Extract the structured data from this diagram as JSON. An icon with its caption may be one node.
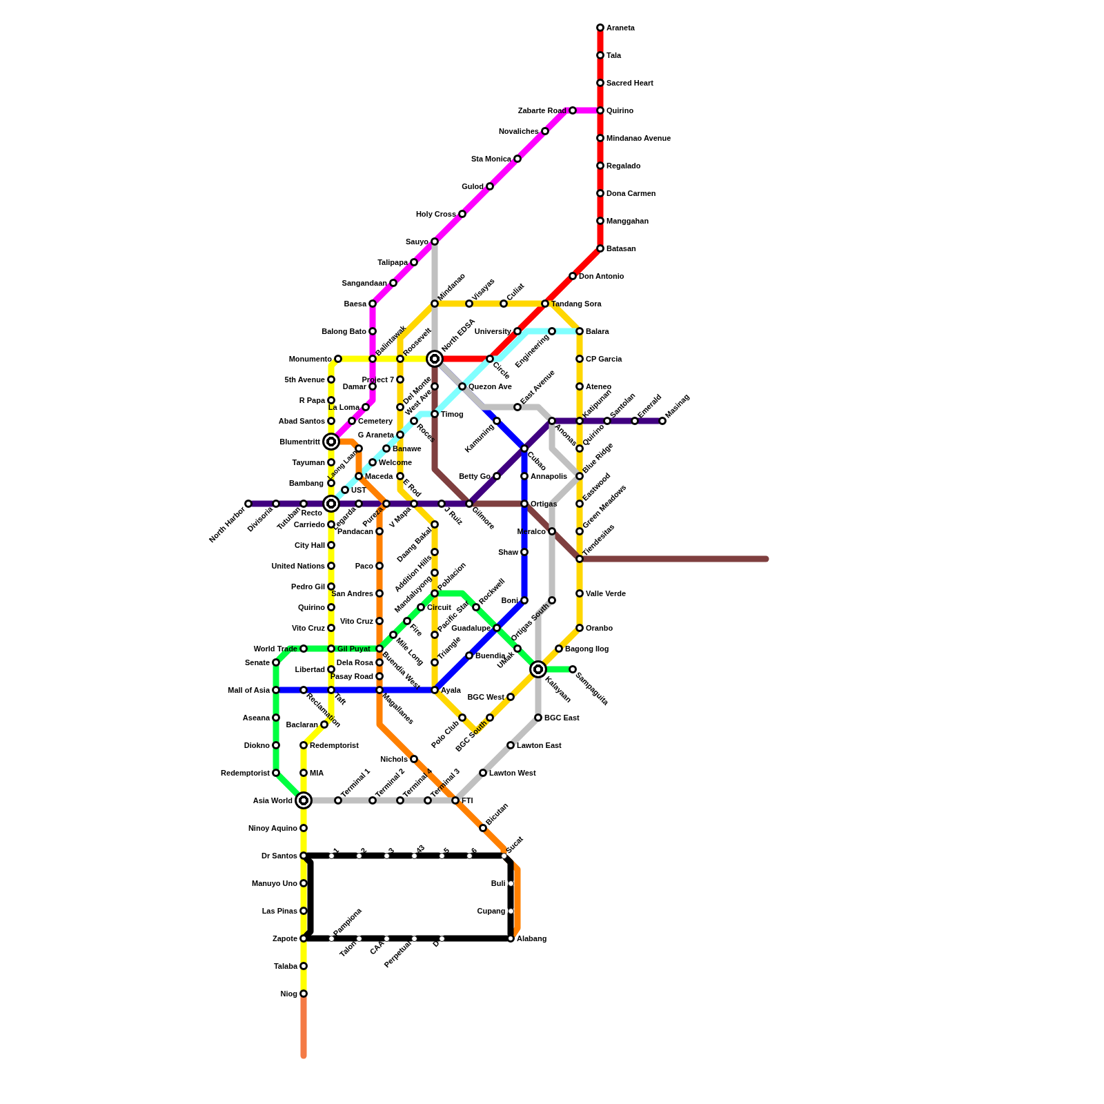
{
  "diagram": {
    "nodes": [
      {
        "text": [
          "Araneta"
        ]
      },
      {
        "text": [
          "Tala"
        ]
      },
      {
        "text": [
          "Sacred Heart"
        ]
      },
      {
        "text": [
          "Quirino"
        ]
      },
      {
        "text": [
          "Mindanao Avenue"
        ]
      },
      {
        "text": [
          "Regalado"
        ]
      },
      {
        "text": [
          "Dona Carmen"
        ]
      },
      {
        "text": [
          "Manggahan"
        ]
      },
      {
        "text": [
          "Batasan"
        ]
      },
      {
        "text": [
          "Don Antonio"
        ]
      },
      {
        "text": [
          "Tandang Sora"
        ]
      },
      {
        "text": [
          "University"
        ]
      },
      {
        "text": [
          "Circle"
        ]
      },
      {
        "text": [
          "North EDSA"
        ]
      },
      {
        "text": [
          "Zabarte Road"
        ]
      },
      {
        "text": [
          "Novaliches"
        ]
      },
      {
        "text": [
          "Sta Monica"
        ]
      },
      {
        "text": [
          "Gulod"
        ]
      },
      {
        "text": [
          "Holy Cross"
        ]
      },
      {
        "text": [
          "Sauyo"
        ]
      },
      {
        "text": [
          "Talipapa"
        ]
      },
      {
        "text": [
          "Sangandaan"
        ]
      },
      {
        "text": [
          "Baesa"
        ]
      },
      {
        "text": [
          "Balong Bato"
        ]
      },
      {
        "text": [
          "Balintawak"
        ]
      },
      {
        "text": [
          "Damar"
        ]
      },
      {
        "text": [
          "La Loma"
        ]
      },
      {
        "text": [
          "Cemetery"
        ]
      },
      {
        "text": [
          "Blumentritt"
        ]
      },
      {
        "text": [
          "Monumento"
        ]
      },
      {
        "text": [
          "Roosevelt"
        ]
      },
      {
        "text": [
          "5th Avenue"
        ]
      },
      {
        "text": [
          "R Papa"
        ]
      },
      {
        "text": [
          "Abad Santos"
        ]
      },
      {
        "text": [
          "Tayuman"
        ]
      },
      {
        "text": [
          "Bambang"
        ]
      },
      {
        "text": [
          "Recto"
        ]
      },
      {
        "text": [
          "Carriedo"
        ]
      },
      {
        "text": [
          "City Hall"
        ]
      },
      {
        "text": [
          "United Nations"
        ]
      },
      {
        "text": [
          "Pedro Gil"
        ]
      },
      {
        "text": [
          "Quirino"
        ]
      },
      {
        "text": [
          "Vito Cruz"
        ]
      },
      {
        "text": [
          "Gil Puyat"
        ]
      },
      {
        "text": [
          "Libertad"
        ]
      },
      {
        "text": [
          "Taft"
        ]
      },
      {
        "text": [
          "Baclaran"
        ]
      },
      {
        "text": [
          "Redemptorist"
        ]
      },
      {
        "text": [
          "MIA"
        ]
      },
      {
        "text": [
          "Asia World"
        ]
      },
      {
        "text": [
          "Ninoy Aquino"
        ]
      },
      {
        "text": [
          "Dr Santos"
        ]
      },
      {
        "text": [
          "Manuyo Uno"
        ]
      },
      {
        "text": [
          "Las Pinas"
        ]
      },
      {
        "text": [
          "Zapote"
        ]
      },
      {
        "text": [
          "Talaba"
        ]
      },
      {
        "text": [
          "Niog"
        ]
      },
      {
        "text": [
          "Mindanao"
        ]
      },
      {
        "text": [
          "Visayas"
        ]
      },
      {
        "text": [
          "Culiat"
        ]
      },
      {
        "text": [
          "Balara"
        ]
      },
      {
        "text": [
          "CP Garcia"
        ]
      },
      {
        "text": [
          "Ateneo"
        ]
      },
      {
        "text": [
          "Katipunan"
        ]
      },
      {
        "text": [
          "Quirino"
        ]
      },
      {
        "text": [
          "Blue Ridge"
        ]
      },
      {
        "text": [
          "Eastwood"
        ]
      },
      {
        "text": [
          "Green Meadows"
        ]
      },
      {
        "text": [
          "Tiendesitas"
        ]
      },
      {
        "text": [
          "Valle Verde"
        ]
      },
      {
        "text": [
          "Oranbo"
        ]
      },
      {
        "text": [
          "Bagong Ilog"
        ]
      },
      {
        "text": [
          "Kalayaan"
        ]
      },
      {
        "text": [
          "BGC West"
        ]
      },
      {
        "text": [
          "BGC South"
        ]
      },
      {
        "text": [
          "Polo Club"
        ]
      },
      {
        "text": [
          "Ayala"
        ]
      },
      {
        "text": [
          "Triangle"
        ]
      },
      {
        "text": [
          "Pacific Star"
        ]
      },
      {
        "text": [
          "Poblacion"
        ]
      },
      {
        "text": [
          "Mandaluyong"
        ]
      },
      {
        "text": [
          "Addition Hills"
        ]
      },
      {
        "text": [
          "Daang Bakal"
        ]
      },
      {
        "text": [
          "V Mapa"
        ]
      },
      {
        "text": [
          "E Rod"
        ]
      },
      {
        "text": [
          "G Araneta"
        ]
      },
      {
        "text": [
          "Del Monte"
        ]
      },
      {
        "text": [
          "Project 7"
        ]
      },
      {
        "text": [
          "West Ave"
        ]
      },
      {
        "text": [
          "Timog"
        ]
      },
      {
        "text": [
          "Gilmore"
        ]
      },
      {
        "text": [
          "Ortigas"
        ]
      },
      {
        "text": [
          "Meralco"
        ]
      },
      {
        "text": [
          "UST"
        ]
      },
      {
        "text": [
          "Maceda"
        ]
      },
      {
        "text": [
          "Welcome"
        ]
      },
      {
        "text": [
          "Banawe"
        ]
      },
      {
        "text": [
          "Roces"
        ]
      },
      {
        "text": [
          "Quezon Ave"
        ]
      },
      {
        "text": [
          "Engineering"
        ]
      },
      {
        "text": [
          "North Harbor"
        ]
      },
      {
        "text": [
          "Divisoria"
        ]
      },
      {
        "text": [
          "Tutuban"
        ]
      },
      {
        "text": [
          "Legarda"
        ]
      },
      {
        "text": [
          "Pureza"
        ]
      },
      {
        "text": [
          "J Ruiz"
        ]
      },
      {
        "text": [
          "Betty Go"
        ]
      },
      {
        "text": [
          "Anonas"
        ]
      },
      {
        "text": [
          "Santolan"
        ]
      },
      {
        "text": [
          "Emerald"
        ]
      },
      {
        "text": [
          "Masinag"
        ]
      },
      {
        "text": [
          "Laong Laan"
        ]
      },
      {
        "text": [
          "Pandacan"
        ]
      },
      {
        "text": [
          "Paco"
        ]
      },
      {
        "text": [
          "San Andres"
        ]
      },
      {
        "text": [
          "Vito Cruz"
        ]
      },
      {
        "text": [
          "Buendia West"
        ]
      },
      {
        "text": [
          "Dela Rosa"
        ]
      },
      {
        "text": [
          "Pasay Road"
        ]
      },
      {
        "text": [
          "Magallanes"
        ]
      },
      {
        "text": [
          "Nichols"
        ]
      },
      {
        "text": [
          "Bicutan"
        ]
      },
      {
        "text": [
          "Sucat"
        ]
      },
      {
        "text": [
          "Alabang"
        ]
      },
      {
        "text": [
          "Kamuning"
        ]
      },
      {
        "text": [
          "Cubao"
        ]
      },
      {
        "text": [
          "Annapolis"
        ]
      },
      {
        "text": [
          "Shaw"
        ]
      },
      {
        "text": [
          "Boni"
        ]
      },
      {
        "text": [
          "Buendia"
        ]
      },
      {
        "text": [
          "Reclamation"
        ]
      },
      {
        "text": [
          "Mall of Asia"
        ]
      },
      {
        "text": [
          "East Avenue"
        ]
      },
      {
        "text": [
          "Ortigas South"
        ]
      },
      {
        "text": [
          "BGC East"
        ]
      },
      {
        "text": [
          "Lawton East"
        ]
      },
      {
        "text": [
          "Lawton West"
        ]
      },
      {
        "text": [
          "FTI"
        ]
      },
      {
        "text": [
          "Terminal 3"
        ]
      },
      {
        "text": [
          "Terminal 4"
        ]
      },
      {
        "text": [
          "Terminal 2"
        ]
      },
      {
        "text": [
          "Terminal 1"
        ]
      },
      {
        "text": [
          "Circuit"
        ]
      },
      {
        "text": [
          "Fire"
        ]
      },
      {
        "text": [
          "Mile Long"
        ]
      },
      {
        "text": [
          "World Trade"
        ]
      },
      {
        "text": [
          "Senate"
        ]
      },
      {
        "text": [
          "Aseana"
        ]
      },
      {
        "text": [
          "Diokno"
        ]
      },
      {
        "text": [
          "Redemptorist"
        ]
      },
      {
        "text": [
          "Rockwell"
        ]
      },
      {
        "text": [
          "Guadalupe"
        ]
      },
      {
        "text": [
          "UMak"
        ]
      },
      {
        "text": [
          "Sampaguita"
        ]
      },
      {
        "text": [
          "1"
        ]
      },
      {
        "text": [
          "2"
        ]
      },
      {
        "text": [
          "3"
        ]
      },
      {
        "text": [
          "43"
        ]
      },
      {
        "text": [
          "5"
        ]
      },
      {
        "text": [
          "6"
        ]
      },
      {
        "text": [
          "Buli"
        ]
      },
      {
        "text": [
          "Cupang"
        ]
      },
      {
        "text": [
          "D"
        ]
      },
      {
        "text": [
          "Perpetual"
        ]
      },
      {
        "text": [
          "CAA"
        ]
      },
      {
        "text": [
          "Talon"
        ]
      },
      {
        "text": [
          "Pampiona"
        ]
      }
    ],
    "edges": [
      {
        "from": 0,
        "to": 1,
        "arrow": "none",
        "color": "#ff0000"
      },
      {
        "from": 1,
        "to": 2,
        "arrow": "none",
        "color": "#ff0000"
      },
      {
        "from": 2,
        "to": 3,
        "arrow": "none",
        "color": "#ff0000"
      },
      {
        "from": 3,
        "to": 4,
        "arrow": "none",
        "color": "#ff0000"
      },
      {
        "from": 4,
        "to": 5,
        "arrow": "none",
        "color": "#ff0000"
      },
      {
        "from": 5,
        "to": 6,
        "arrow": "none",
        "color": "#ff0000"
      },
      {
        "from": 6,
        "to": 7,
        "arrow": "none",
        "color": "#ff0000"
      },
      {
        "from": 7,
        "to": 8,
        "arrow": "none",
        "color": "#ff0000"
      },
      {
        "from": 8,
        "to": 9,
        "arrow": "none",
        "color": "#ff0000"
      },
      {
        "from": 9,
        "to": 10,
        "arrow": "none",
        "color": "#ff0000"
      },
      {
        "from": 10,
        "to": 11,
        "arrow": "none",
        "color": "#ff0000"
      },
      {
        "from": 11,
        "to": 12,
        "arrow": "none",
        "color": "#ff0000"
      },
      {
        "from": 12,
        "to": 13,
        "arrow": "none",
        "color": "#ff0000"
      },
      {
        "from": 3,
        "to": 14,
        "arrow": "none",
        "color": "#ff00ff"
      },
      {
        "from": 14,
        "to": 15,
        "arrow": "none",
        "color": "#ff00ff"
      },
      {
        "from": 15,
        "to": 16,
        "arrow": "none",
        "color": "#ff00ff"
      },
      {
        "from": 16,
        "to": 17,
        "arrow": "none",
        "color": "#ff00ff"
      },
      {
        "from": 17,
        "to": 18,
        "arrow": "none",
        "color": "#ff00ff"
      },
      {
        "from": 18,
        "to": 19,
        "arrow": "none",
        "color": "#ff00ff"
      },
      {
        "from": 19,
        "to": 20,
        "arrow": "none",
        "color": "#ff00ff"
      },
      {
        "from": 20,
        "to": 21,
        "arrow": "none",
        "color": "#ff00ff"
      },
      {
        "from": 21,
        "to": 22,
        "arrow": "none",
        "color": "#ff00ff"
      },
      {
        "from": 22,
        "to": 23,
        "arrow": "none",
        "color": "#ff00ff"
      },
      {
        "from": 23,
        "to": 24,
        "arrow": "none",
        "color": "#ff00ff"
      },
      {
        "from": 24,
        "to": 25,
        "arrow": "none",
        "color": "#ff00ff"
      },
      {
        "from": 25,
        "to": 26,
        "arrow": "none",
        "color": "#ff00ff"
      },
      {
        "from": 26,
        "to": 27,
        "arrow": "none",
        "color": "#ff00ff"
      },
      {
        "from": 27,
        "to": 28,
        "arrow": "none",
        "color": "#ff00ff"
      },
      {
        "from": 13,
        "to": 30,
        "arrow": "none",
        "color": "#ffff00"
      },
      {
        "from": 30,
        "to": 24,
        "arrow": "none",
        "color": "#ffff00"
      },
      {
        "from": 24,
        "to": 29,
        "arrow": "none",
        "color": "#ffff00"
      },
      {
        "from": 29,
        "to": 31,
        "arrow": "none",
        "color": "#ffff00"
      },
      {
        "from": 31,
        "to": 32,
        "arrow": "none",
        "color": "#ffff00"
      },
      {
        "from": 32,
        "to": 33,
        "arrow": "none",
        "color": "#ffff00"
      },
      {
        "from": 33,
        "to": 28,
        "arrow": "none",
        "color": "#ffff00"
      },
      {
        "from": 28,
        "to": 34,
        "arrow": "none",
        "color": "#ffff00"
      },
      {
        "from": 34,
        "to": 35,
        "arrow": "none",
        "color": "#ffff00"
      },
      {
        "from": 35,
        "to": 36,
        "arrow": "none",
        "color": "#ffff00"
      },
      {
        "from": 36,
        "to": 37,
        "arrow": "none",
        "color": "#ffff00"
      },
      {
        "from": 37,
        "to": 38,
        "arrow": "none",
        "color": "#ffff00"
      },
      {
        "from": 38,
        "to": 39,
        "arrow": "none",
        "color": "#ffff00"
      },
      {
        "from": 39,
        "to": 40,
        "arrow": "none",
        "color": "#ffff00"
      },
      {
        "from": 40,
        "to": 41,
        "arrow": "none",
        "color": "#ffff00"
      },
      {
        "from": 41,
        "to": 42,
        "arrow": "none",
        "color": "#ffff00"
      },
      {
        "from": 42,
        "to": 43,
        "arrow": "none",
        "color": "#ffff00"
      },
      {
        "from": 43,
        "to": 44,
        "arrow": "none",
        "color": "#ffff00"
      },
      {
        "from": 44,
        "to": 45,
        "arrow": "none",
        "color": "#ffff00"
      },
      {
        "from": 45,
        "to": 46,
        "arrow": "none",
        "color": "#ffff00"
      },
      {
        "from": 46,
        "to": 47,
        "arrow": "none",
        "color": "#ffff00"
      },
      {
        "from": 47,
        "to": 48,
        "arrow": "none",
        "color": "#ffff00"
      },
      {
        "from": 48,
        "to": 49,
        "arrow": "none",
        "color": "#ffff00"
      },
      {
        "from": 49,
        "to": 50,
        "arrow": "none",
        "color": "#ffff00"
      },
      {
        "from": 50,
        "to": 51,
        "arrow": "none",
        "color": "#ffff00"
      },
      {
        "from": 51,
        "to": 52,
        "arrow": "none",
        "color": "#ffff00"
      },
      {
        "from": 52,
        "to": 53,
        "arrow": "none",
        "color": "#ffff00"
      },
      {
        "from": 53,
        "to": 54,
        "arrow": "none",
        "color": "#ffff00"
      },
      {
        "from": 54,
        "to": 55,
        "arrow": "none",
        "color": "#ffff00"
      },
      {
        "from": 55,
        "to": 56,
        "arrow": "none",
        "color": "#ffff00"
      },
      {
        "from": 56,
        "to": null,
        "arrow": "none",
        "color": "#f47a45"
      },
      {
        "from": 30,
        "to": 57,
        "arrow": "none",
        "color": "#ffd700"
      },
      {
        "from": 57,
        "to": 58,
        "arrow": "none",
        "color": "#ffd700"
      },
      {
        "from": 58,
        "to": 59,
        "arrow": "none",
        "color": "#ffd700"
      },
      {
        "from": 59,
        "to": 10,
        "arrow": "none",
        "color": "#ffd700"
      },
      {
        "from": 10,
        "to": 60,
        "arrow": "none",
        "color": "#ffd700"
      },
      {
        "from": 60,
        "to": 61,
        "arrow": "none",
        "color": "#ffd700"
      },
      {
        "from": 61,
        "to": 62,
        "arrow": "none",
        "color": "#ffd700"
      },
      {
        "from": 62,
        "to": 63,
        "arrow": "none",
        "color": "#ffd700"
      },
      {
        "from": 63,
        "to": 64,
        "arrow": "none",
        "color": "#ffd700"
      },
      {
        "from": 64,
        "to": 65,
        "arrow": "none",
        "color": "#ffd700"
      },
      {
        "from": 65,
        "to": 66,
        "arrow": "none",
        "color": "#ffd700"
      },
      {
        "from": 66,
        "to": 67,
        "arrow": "none",
        "color": "#ffd700"
      },
      {
        "from": 67,
        "to": 68,
        "arrow": "none",
        "color": "#ffd700"
      },
      {
        "from": 68,
        "to": 69,
        "arrow": "none",
        "color": "#ffd700"
      },
      {
        "from": 69,
        "to": 70,
        "arrow": "none",
        "color": "#ffd700"
      },
      {
        "from": 70,
        "to": 71,
        "arrow": "none",
        "color": "#ffd700"
      },
      {
        "from": 71,
        "to": 72,
        "arrow": "none",
        "color": "#ffd700"
      },
      {
        "from": 72,
        "to": 73,
        "arrow": "none",
        "color": "#ffd700"
      },
      {
        "from": 73,
        "to": 74,
        "arrow": "none",
        "color": "#ffd700"
      },
      {
        "from": 74,
        "to": 75,
        "arrow": "none",
        "color": "#ffd700"
      },
      {
        "from": 75,
        "to": 76,
        "arrow": "none",
        "color": "#ffd700"
      },
      {
        "from": 76,
        "to": 77,
        "arrow": "none",
        "color": "#ffd700"
      },
      {
        "from": 77,
        "to": 78,
        "arrow": "none",
        "color": "#ffd700"
      },
      {
        "from": 78,
        "to": 79,
        "arrow": "none",
        "color": "#ffd700"
      },
      {
        "from": 79,
        "to": 80,
        "arrow": "none",
        "color": "#ffd700"
      },
      {
        "from": 80,
        "to": 81,
        "arrow": "none",
        "color": "#ffd700"
      },
      {
        "from": 81,
        "to": 82,
        "arrow": "none",
        "color": "#ffd700"
      },
      {
        "from": 82,
        "to": 83,
        "arrow": "none",
        "color": "#ffd700"
      },
      {
        "from": 83,
        "to": 84,
        "arrow": "none",
        "color": "#ffd700"
      },
      {
        "from": 84,
        "to": 85,
        "arrow": "none",
        "color": "#ffd700"
      },
      {
        "from": 85,
        "to": 86,
        "arrow": "none",
        "color": "#ffd700"
      },
      {
        "from": 86,
        "to": 87,
        "arrow": "none",
        "color": "#ffd700"
      },
      {
        "from": 87,
        "to": 30,
        "arrow": "none",
        "color": "#ffd700"
      },
      {
        "from": 13,
        "to": 88,
        "arrow": "none",
        "color": "#7f3f3f"
      },
      {
        "from": 88,
        "to": 89,
        "arrow": "none",
        "color": "#7f3f3f"
      },
      {
        "from": 89,
        "to": 90,
        "arrow": "none",
        "color": "#7f3f3f"
      },
      {
        "from": 90,
        "to": 91,
        "arrow": "none",
        "color": "#7f3f3f"
      },
      {
        "from": 91,
        "to": 92,
        "arrow": "none",
        "color": "#7f3f3f"
      },
      {
        "from": 92,
        "to": 68,
        "arrow": "none",
        "color": "#7f3f3f"
      },
      {
        "from": 68,
        "to": null,
        "arrow": "none",
        "color": "#7f3f3f"
      },
      {
        "from": 36,
        "to": 93,
        "arrow": "none",
        "color": "#80ffff"
      },
      {
        "from": 93,
        "to": 94,
        "arrow": "none",
        "color": "#80ffff"
      },
      {
        "from": 94,
        "to": 95,
        "arrow": "none",
        "color": "#80ffff"
      },
      {
        "from": 95,
        "to": 96,
        "arrow": "none",
        "color": "#80ffff"
      },
      {
        "from": 96,
        "to": 85,
        "arrow": "none",
        "color": "#80ffff"
      },
      {
        "from": 85,
        "to": 97,
        "arrow": "none",
        "color": "#80ffff"
      },
      {
        "from": 97,
        "to": 89,
        "arrow": "none",
        "color": "#80ffff"
      },
      {
        "from": 89,
        "to": 98,
        "arrow": "none",
        "color": "#80ffff"
      },
      {
        "from": 98,
        "to": 12,
        "arrow": "none",
        "color": "#80ffff"
      },
      {
        "from": 12,
        "to": 99,
        "arrow": "none",
        "color": "#80ffff"
      },
      {
        "from": 99,
        "to": 60,
        "arrow": "none",
        "color": "#80ffff"
      },
      {
        "from": 100,
        "to": 101,
        "arrow": "none",
        "color": "#400080"
      },
      {
        "from": 101,
        "to": 102,
        "arrow": "none",
        "color": "#400080"
      },
      {
        "from": 102,
        "to": 36,
        "arrow": "none",
        "color": "#400080"
      },
      {
        "from": 36,
        "to": 103,
        "arrow": "none",
        "color": "#400080"
      },
      {
        "from": 103,
        "to": 104,
        "arrow": "none",
        "color": "#400080"
      },
      {
        "from": 104,
        "to": 83,
        "arrow": "none",
        "color": "#400080"
      },
      {
        "from": 83,
        "to": 105,
        "arrow": "none",
        "color": "#400080"
      },
      {
        "from": 105,
        "to": 90,
        "arrow": "none",
        "color": "#400080"
      },
      {
        "from": 90,
        "to": 106,
        "arrow": "none",
        "color": "#400080"
      },
      {
        "from": 106,
        "to": 107,
        "arrow": "none",
        "color": "#400080"
      },
      {
        "from": 107,
        "to": 63,
        "arrow": "none",
        "color": "#400080"
      },
      {
        "from": 63,
        "to": 108,
        "arrow": "none",
        "color": "#400080"
      },
      {
        "from": 108,
        "to": 109,
        "arrow": "none",
        "color": "#400080"
      },
      {
        "from": 109,
        "to": 110,
        "arrow": "none",
        "color": "#400080"
      },
      {
        "from": 28,
        "to": 111,
        "arrow": "none",
        "color": "#ff8000"
      },
      {
        "from": 111,
        "to": 104,
        "arrow": "none",
        "color": "#ff8000"
      },
      {
        "from": 104,
        "to": 112,
        "arrow": "none",
        "color": "#ff8000"
      },
      {
        "from": 112,
        "to": 113,
        "arrow": "none",
        "color": "#ff8000"
      },
      {
        "from": 113,
        "to": 114,
        "arrow": "none",
        "color": "#ff8000"
      },
      {
        "from": 114,
        "to": 115,
        "arrow": "none",
        "color": "#ff8000"
      },
      {
        "from": 115,
        "to": 116,
        "arrow": "none",
        "color": "#ff8000"
      },
      {
        "from": 116,
        "to": 117,
        "arrow": "none",
        "color": "#ff8000"
      },
      {
        "from": 117,
        "to": 118,
        "arrow": "none",
        "color": "#ff8000"
      },
      {
        "from": 118,
        "to": 119,
        "arrow": "none",
        "color": "#ff8000"
      },
      {
        "from": 119,
        "to": 120,
        "arrow": "none",
        "color": "#ff8000"
      },
      {
        "from": 120,
        "to": 121,
        "arrow": "none",
        "color": "#ff8000"
      },
      {
        "from": 121,
        "to": 122,
        "arrow": "none",
        "color": "#ff8000"
      },
      {
        "from": 122,
        "to": 123,
        "arrow": "none",
        "color": "#ff8000"
      },
      {
        "from": 13,
        "to": 124,
        "arrow": "none",
        "color": "#0000ff"
      },
      {
        "from": 124,
        "to": 125,
        "arrow": "none",
        "color": "#0000ff"
      },
      {
        "from": 125,
        "to": 126,
        "arrow": "none",
        "color": "#0000ff"
      },
      {
        "from": 126,
        "to": 91,
        "arrow": "none",
        "color": "#0000ff"
      },
      {
        "from": 91,
        "to": 127,
        "arrow": "none",
        "color": "#0000ff"
      },
      {
        "from": 127,
        "to": 128,
        "arrow": "none",
        "color": "#0000ff"
      },
      {
        "from": 128,
        "to": 129,
        "arrow": "none",
        "color": "#0000ff"
      },
      {
        "from": 129,
        "to": 76,
        "arrow": "none",
        "color": "#0000ff"
      },
      {
        "from": 76,
        "to": 119,
        "arrow": "none",
        "color": "#0000ff"
      },
      {
        "from": 119,
        "to": 45,
        "arrow": "none",
        "color": "#0000ff"
      },
      {
        "from": 45,
        "to": 130,
        "arrow": "none",
        "color": "#0000ff"
      },
      {
        "from": 130,
        "to": 131,
        "arrow": "none",
        "color": "#0000ff"
      },
      {
        "from": 19,
        "to": 57,
        "arrow": "none",
        "color": "#c0c0c0"
      },
      {
        "from": 57,
        "to": 13,
        "arrow": "none",
        "color": "#c0c0c0"
      },
      {
        "from": 13,
        "to": 98,
        "arrow": "none",
        "color": "#c0c0c0"
      },
      {
        "from": 98,
        "to": 132,
        "arrow": "none",
        "color": "#c0c0c0"
      },
      {
        "from": 132,
        "to": 107,
        "arrow": "none",
        "color": "#c0c0c0"
      },
      {
        "from": 107,
        "to": 65,
        "arrow": "none",
        "color": "#c0c0c0"
      },
      {
        "from": 65,
        "to": 92,
        "arrow": "none",
        "color": "#c0c0c0"
      },
      {
        "from": 92,
        "to": 133,
        "arrow": "none",
        "color": "#c0c0c0"
      },
      {
        "from": 133,
        "to": 72,
        "arrow": "none",
        "color": "#c0c0c0"
      },
      {
        "from": 72,
        "to": 134,
        "arrow": "none",
        "color": "#c0c0c0"
      },
      {
        "from": 134,
        "to": 135,
        "arrow": "none",
        "color": "#c0c0c0"
      },
      {
        "from": 135,
        "to": 136,
        "arrow": "none",
        "color": "#c0c0c0"
      },
      {
        "from": 136,
        "to": 137,
        "arrow": "none",
        "color": "#c0c0c0"
      },
      {
        "from": 137,
        "to": 138,
        "arrow": "none",
        "color": "#c0c0c0"
      },
      {
        "from": 138,
        "to": 139,
        "arrow": "none",
        "color": "#c0c0c0"
      },
      {
        "from": 139,
        "to": 140,
        "arrow": "none",
        "color": "#c0c0c0"
      },
      {
        "from": 140,
        "to": 141,
        "arrow": "none",
        "color": "#c0c0c0"
      },
      {
        "from": 141,
        "to": 49,
        "arrow": "none",
        "color": "#c0c0c0"
      },
      {
        "from": 79,
        "to": 150,
        "arrow": "none",
        "color": "#00ff40"
      },
      {
        "from": 150,
        "to": 151,
        "arrow": "none",
        "color": "#00ff40"
      },
      {
        "from": 151,
        "to": 152,
        "arrow": "none",
        "color": "#00ff40"
      },
      {
        "from": 152,
        "to": 72,
        "arrow": "none",
        "color": "#00ff40"
      },
      {
        "from": 72,
        "to": 153,
        "arrow": "none",
        "color": "#00ff40"
      },
      {
        "from": 79,
        "to": 142,
        "arrow": "none",
        "color": "#00ff40"
      },
      {
        "from": 142,
        "to": 143,
        "arrow": "none",
        "color": "#00ff40"
      },
      {
        "from": 143,
        "to": 144,
        "arrow": "none",
        "color": "#00ff40"
      },
      {
        "from": 144,
        "to": 116,
        "arrow": "none",
        "color": "#00ff40"
      },
      {
        "from": 116,
        "to": 43,
        "arrow": "none",
        "color": "#00ff40"
      },
      {
        "from": 43,
        "to": 145,
        "arrow": "none",
        "color": "#00ff40"
      },
      {
        "from": 145,
        "to": 146,
        "arrow": "none",
        "color": "#00ff40"
      },
      {
        "from": 146,
        "to": 131,
        "arrow": "none",
        "color": "#00ff40"
      },
      {
        "from": 131,
        "to": 147,
        "arrow": "none",
        "color": "#00ff40"
      },
      {
        "from": 147,
        "to": 148,
        "arrow": "none",
        "color": "#00ff40"
      },
      {
        "from": 148,
        "to": 149,
        "arrow": "none",
        "color": "#00ff40"
      },
      {
        "from": 149,
        "to": 49,
        "arrow": "none",
        "color": "#00ff40"
      },
      {
        "from": 51,
        "to": 154,
        "arrow": "none",
        "color": "#000000"
      },
      {
        "from": 154,
        "to": 155,
        "arrow": "none",
        "color": "#000000"
      },
      {
        "from": 155,
        "to": 156,
        "arrow": "none",
        "color": "#000000"
      },
      {
        "from": 156,
        "to": 157,
        "arrow": "none",
        "color": "#000000"
      },
      {
        "from": 157,
        "to": 158,
        "arrow": "none",
        "color": "#000000"
      },
      {
        "from": 158,
        "to": 159,
        "arrow": "none",
        "color": "#000000"
      },
      {
        "from": 159,
        "to": 122,
        "arrow": "none",
        "color": "#000000"
      },
      {
        "from": 122,
        "to": 160,
        "arrow": "none",
        "color": "#000000"
      },
      {
        "from": 160,
        "to": 161,
        "arrow": "none",
        "color": "#000000"
      },
      {
        "from": 161,
        "to": 123,
        "arrow": "none",
        "color": "#000000"
      },
      {
        "from": 123,
        "to": 162,
        "arrow": "none",
        "color": "#000000"
      },
      {
        "from": 162,
        "to": 163,
        "arrow": "none",
        "color": "#000000"
      },
      {
        "from": 163,
        "to": 164,
        "arrow": "none",
        "color": "#000000"
      },
      {
        "from": 164,
        "to": 165,
        "arrow": "none",
        "color": "#000000"
      },
      {
        "from": 165,
        "to": 166,
        "arrow": "none",
        "color": "#000000"
      },
      {
        "from": 166,
        "to": 54,
        "arrow": "none",
        "color": "#000000"
      },
      {
        "from": 54,
        "to": 51,
        "arrow": "none",
        "color": "#000000"
      }
    ]
  }
}
